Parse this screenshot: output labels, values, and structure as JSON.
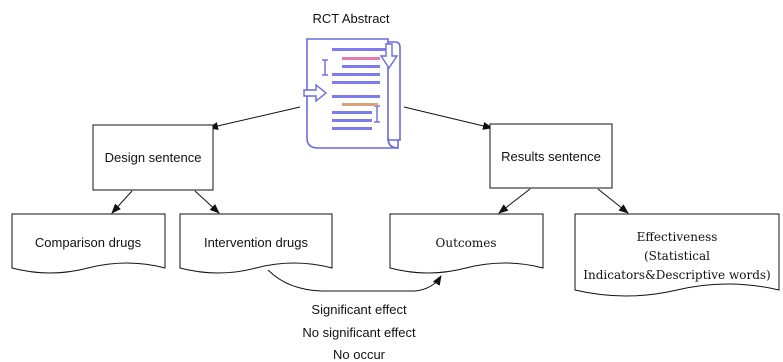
{
  "diagram": {
    "root": {
      "title": "RCT Abstract",
      "icon": "document-scroll-icon"
    },
    "design": {
      "label": "Design sentence"
    },
    "results": {
      "label": "Results sentence"
    },
    "comparison": {
      "label": "Comparison drugs"
    },
    "intervention": {
      "label": "Intervention drugs"
    },
    "outcomes": {
      "label": "Outcomes"
    },
    "effectiveness": {
      "line1": "Effectiveness",
      "line2": "(Statistical",
      "line3": "Indicators&Descriptive words)"
    },
    "relation_labels": [
      "Significant effect",
      "No significant effect",
      "No occur"
    ],
    "colors": {
      "icon_outline": "#6a6ae0",
      "icon_fill": "#ffffff",
      "icon_lines": "#7c7cf0",
      "accent_pink": "#e37bb0",
      "accent_tan": "#d9a27a"
    }
  }
}
